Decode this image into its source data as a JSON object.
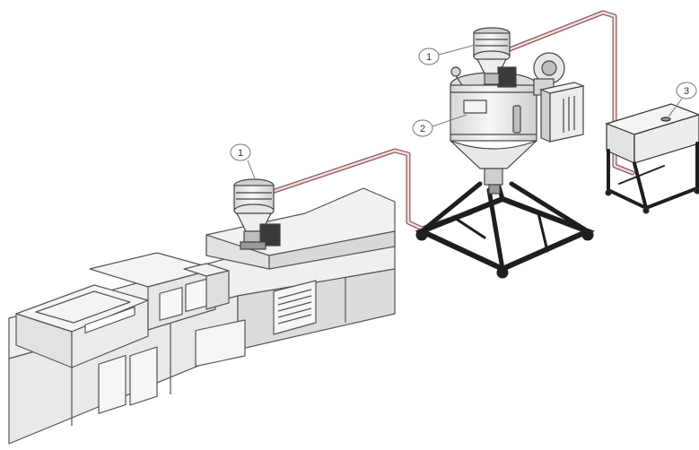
{
  "callouts": {
    "loader_machine": "1",
    "loader_dryer": "1",
    "dryer": "2",
    "material_box": "3"
  },
  "colors": {
    "pipe_outer": "#8a5a5a",
    "pipe_inner": "#f2dede",
    "steel_frame": "#1e1e1e",
    "machine_body": "#e9e9e9",
    "outline": "#555555"
  },
  "icons": {
    "loader": "vacuum-hopper-loader-icon",
    "dryer": "hopper-dryer-icon",
    "blower": "blower-icon",
    "material_box": "material-box-icon",
    "machine": "injection-molding-machine-icon"
  }
}
